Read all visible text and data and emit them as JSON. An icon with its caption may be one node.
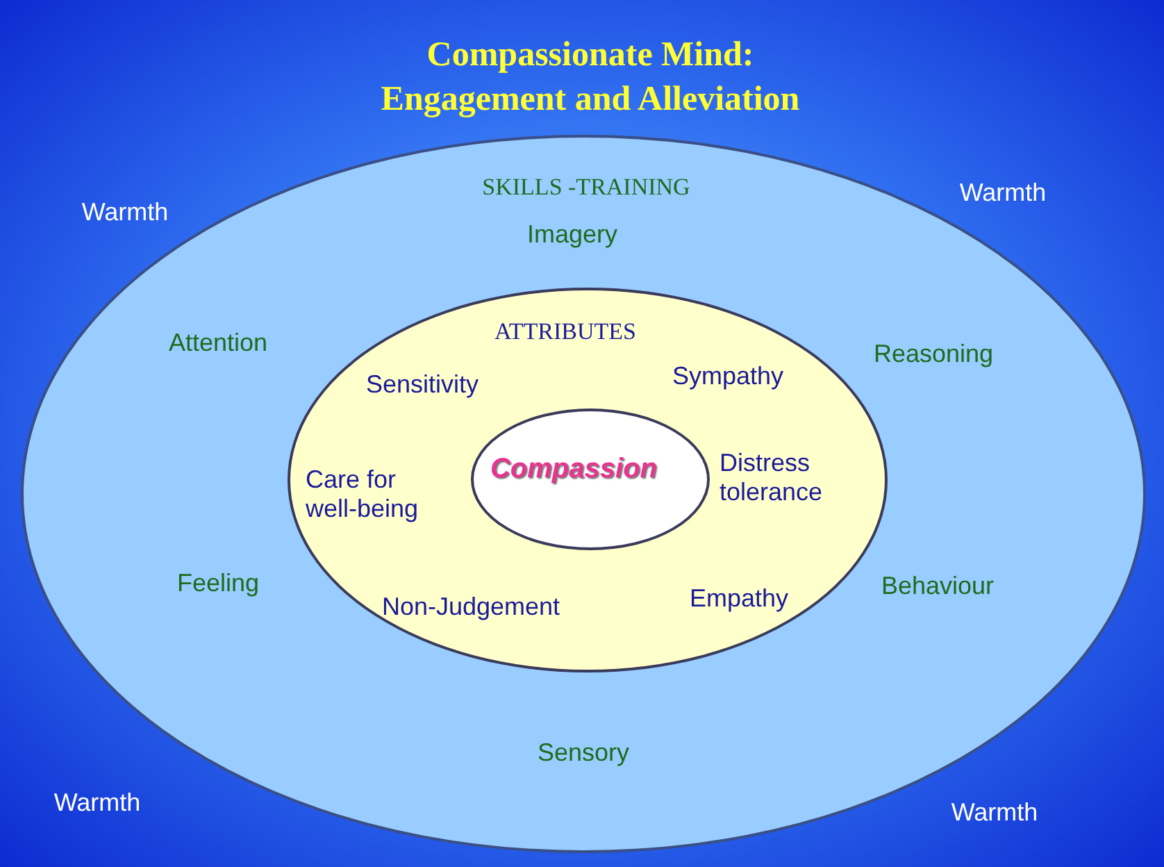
{
  "diagram": {
    "title": "Compassionate Mind: Engagement and Alleviation",
    "nodes": [
      {
        "text": [
          "SKILLS -TRAINING",
          "Imagery",
          "Attention",
          "Reasoning",
          "Feeling",
          "Behaviour",
          "Sensory"
        ]
      },
      {
        "text": [
          "ATTRIBUTES",
          "Sensitivity",
          "Sympathy",
          "Care for well-being",
          "Distress tolerance",
          "Non-Judgement",
          "Empathy"
        ],
        "in": 0
      },
      {
        "text": [
          "Compassion"
        ],
        "in": 1
      }
    ],
    "labels": [
      "Warmth",
      "Warmth",
      "Warmth",
      "Warmth"
    ]
  }
}
